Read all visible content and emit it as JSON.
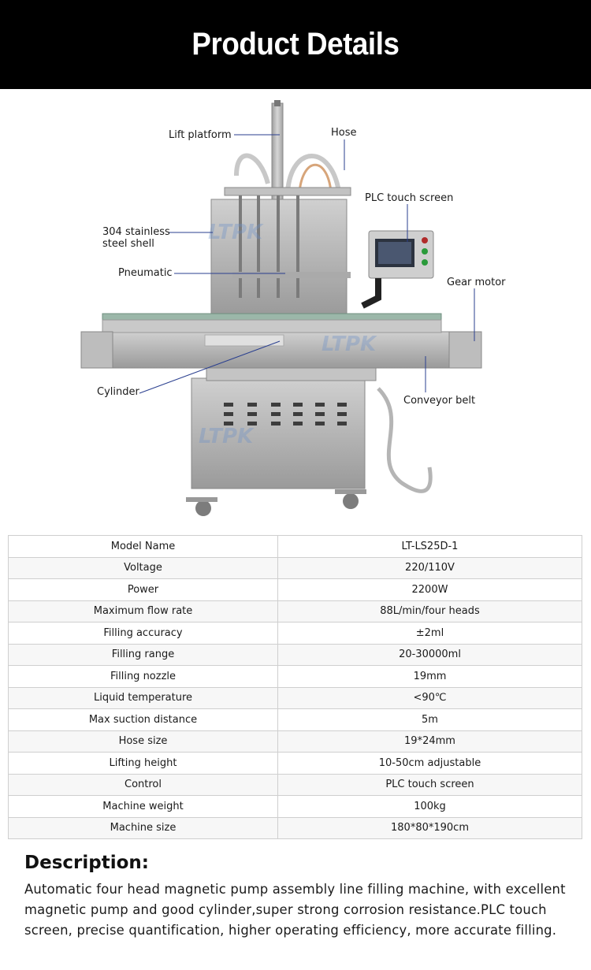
{
  "header": {
    "title": "Product Details"
  },
  "figure": {
    "watermark": "LTPK",
    "callouts": {
      "lift_platform": "Lift platform",
      "hose": "Hose",
      "plc": "PLC touch screen",
      "shell_line1": "304 stainless",
      "shell_line2": "steel shell",
      "pneumatic": "Pneumatic",
      "gear_motor": "Gear motor",
      "cylinder": "Cylinder",
      "conveyor": "Conveyor belt"
    }
  },
  "specs": [
    {
      "name": "Model Name",
      "value": "LT-LS25D-1"
    },
    {
      "name": "Voltage",
      "value": "220/110V"
    },
    {
      "name": "Power",
      "value": "2200W"
    },
    {
      "name": "Maximum flow rate",
      "value": "88L/min/four heads"
    },
    {
      "name": "Filling accuracy",
      "value": "±2ml"
    },
    {
      "name": "Filling range",
      "value": "20-30000ml"
    },
    {
      "name": "Filling nozzle",
      "value": "19mm"
    },
    {
      "name": "Liquid temperature",
      "value": "<90℃"
    },
    {
      "name": "Max suction distance",
      "value": "5m"
    },
    {
      "name": "Hose size",
      "value": "19*24mm"
    },
    {
      "name": "Lifting height",
      "value": "10-50cm adjustable"
    },
    {
      "name": "Control",
      "value": "PLC touch screen"
    },
    {
      "name": "Machine weight",
      "value": "100kg"
    },
    {
      "name": "Machine size",
      "value": "180*80*190cm"
    }
  ],
  "description": {
    "heading": "Description:",
    "text": "Automatic four head magnetic pump assembly line filling machine, with excellent magnetic pump and good cylinder,super strong corrosion resistance.PLC touch screen, precise quantification, higher operating efficiency, more accurate filling."
  },
  "colors": {
    "header_bg": "#000000",
    "header_text": "#ffffff",
    "callout_line": "#2a3f8f",
    "steel": "#b9b9b9"
  }
}
